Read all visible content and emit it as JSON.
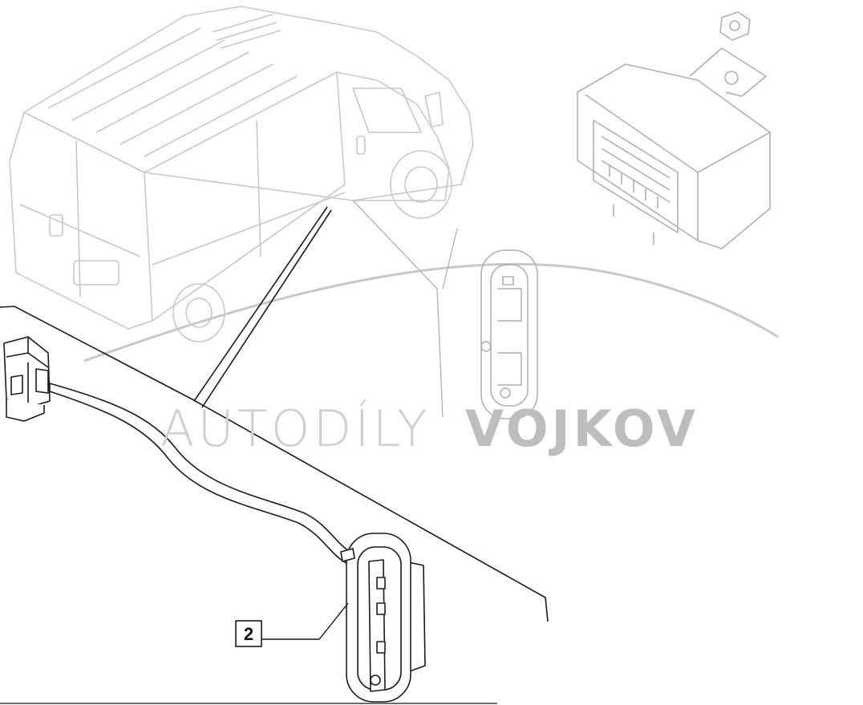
{
  "watermark": {
    "light_text": "AUTODÍLY",
    "bold_text": "VOJKOV"
  },
  "callouts": [
    {
      "label": "2"
    }
  ],
  "icons": [
    "van-illustration",
    "control-module-icon",
    "nut-icon",
    "cable-connector-icon",
    "door-switch-icon",
    "seal-gasket-icon"
  ],
  "colors": {
    "line": "#1a1a1a",
    "faded_line": "#c8c8c8",
    "watermark_light": "#cfcfcf",
    "watermark_bold": "#bdbdbd"
  }
}
